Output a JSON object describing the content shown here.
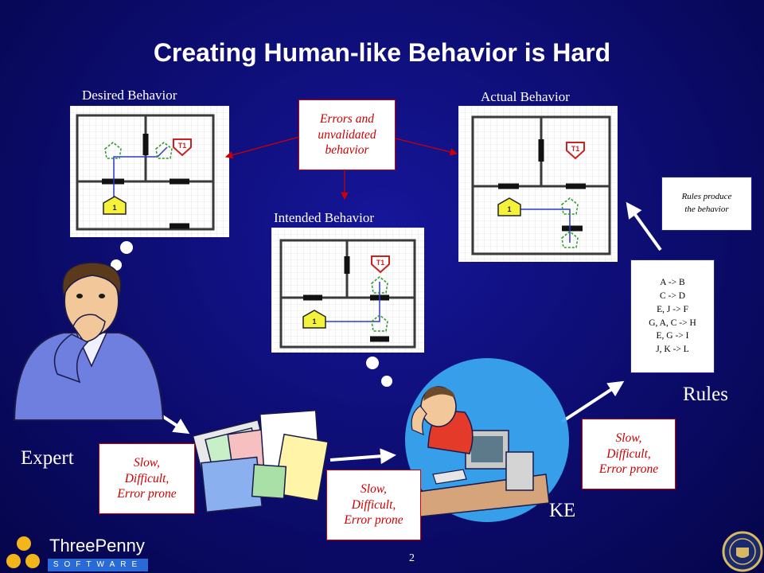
{
  "title": "Creating Human-like Behavior is Hard",
  "labels": {
    "desired": "Desired Behavior",
    "actual": "Actual Behavior",
    "intended": "Intended Behavior",
    "expert": "Expert",
    "rules": "Rules",
    "ke": "KE"
  },
  "callouts": {
    "errors": "Errors and\nunvalidated\nbehavior",
    "rules_produce": "Rules produce\nthe behavior",
    "slow_1": "Slow,\nDifficult,\nError prone",
    "slow_2": "Slow,\nDifficult,\nError prone",
    "slow_3": "Slow,\nDifficult,\nError prone"
  },
  "rules_list": "A -> B\nC -> D\nE, J -> F\nG, A, C -> H\nE, G -> I\nJ, K -> L",
  "map_markers": {
    "target": "T1",
    "agent": "1"
  },
  "logo": {
    "name": "ThreePenny",
    "subtitle": "SOFTWARE"
  },
  "page_number": "2",
  "colors": {
    "background": "#0c0c6e",
    "callout_red": "#cc0000",
    "path_blue": "#2a3ad0",
    "agent_yellow": "#f4f23a",
    "target_red": "#cc2222",
    "arrow_white": "#ffffff"
  }
}
